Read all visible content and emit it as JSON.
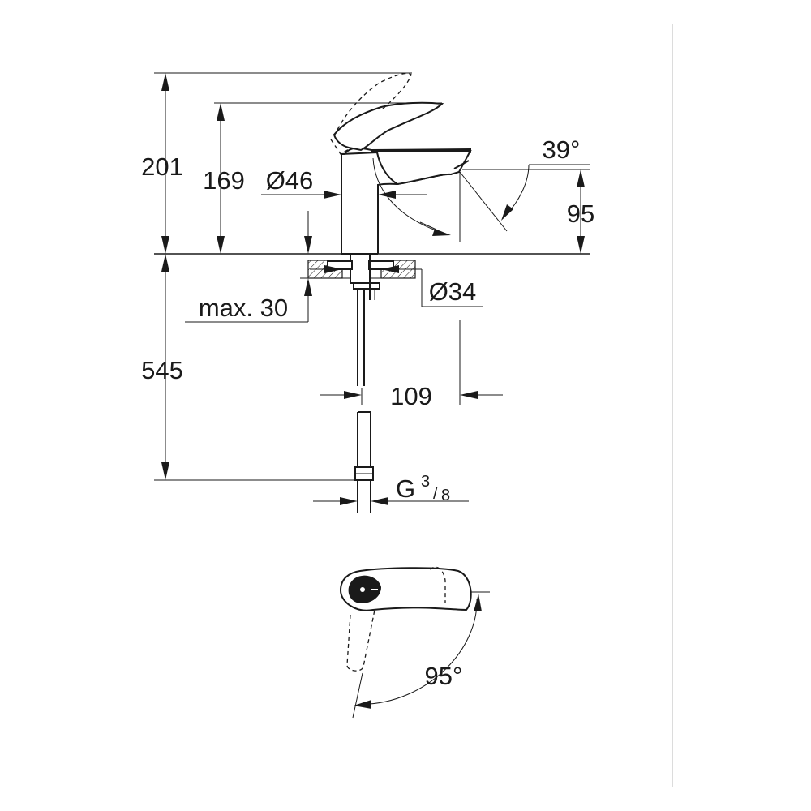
{
  "dimensions": {
    "total_height": "201",
    "spout_height": "169",
    "body_diameter": "Ø46",
    "spout_angle": "39°",
    "outlet_height": "95",
    "max_counter_thickness": "max. 30",
    "hole_diameter": "Ø34",
    "hose_length": "545",
    "projection": "109",
    "connection_thread_letter": "G",
    "connection_thread_numerator": "3",
    "connection_thread_denominator": "8",
    "handle_rotation": "95°"
  },
  "colors": {
    "line": "#1a1a1a",
    "background": "#ffffff",
    "frame": "#d0d0d0"
  }
}
